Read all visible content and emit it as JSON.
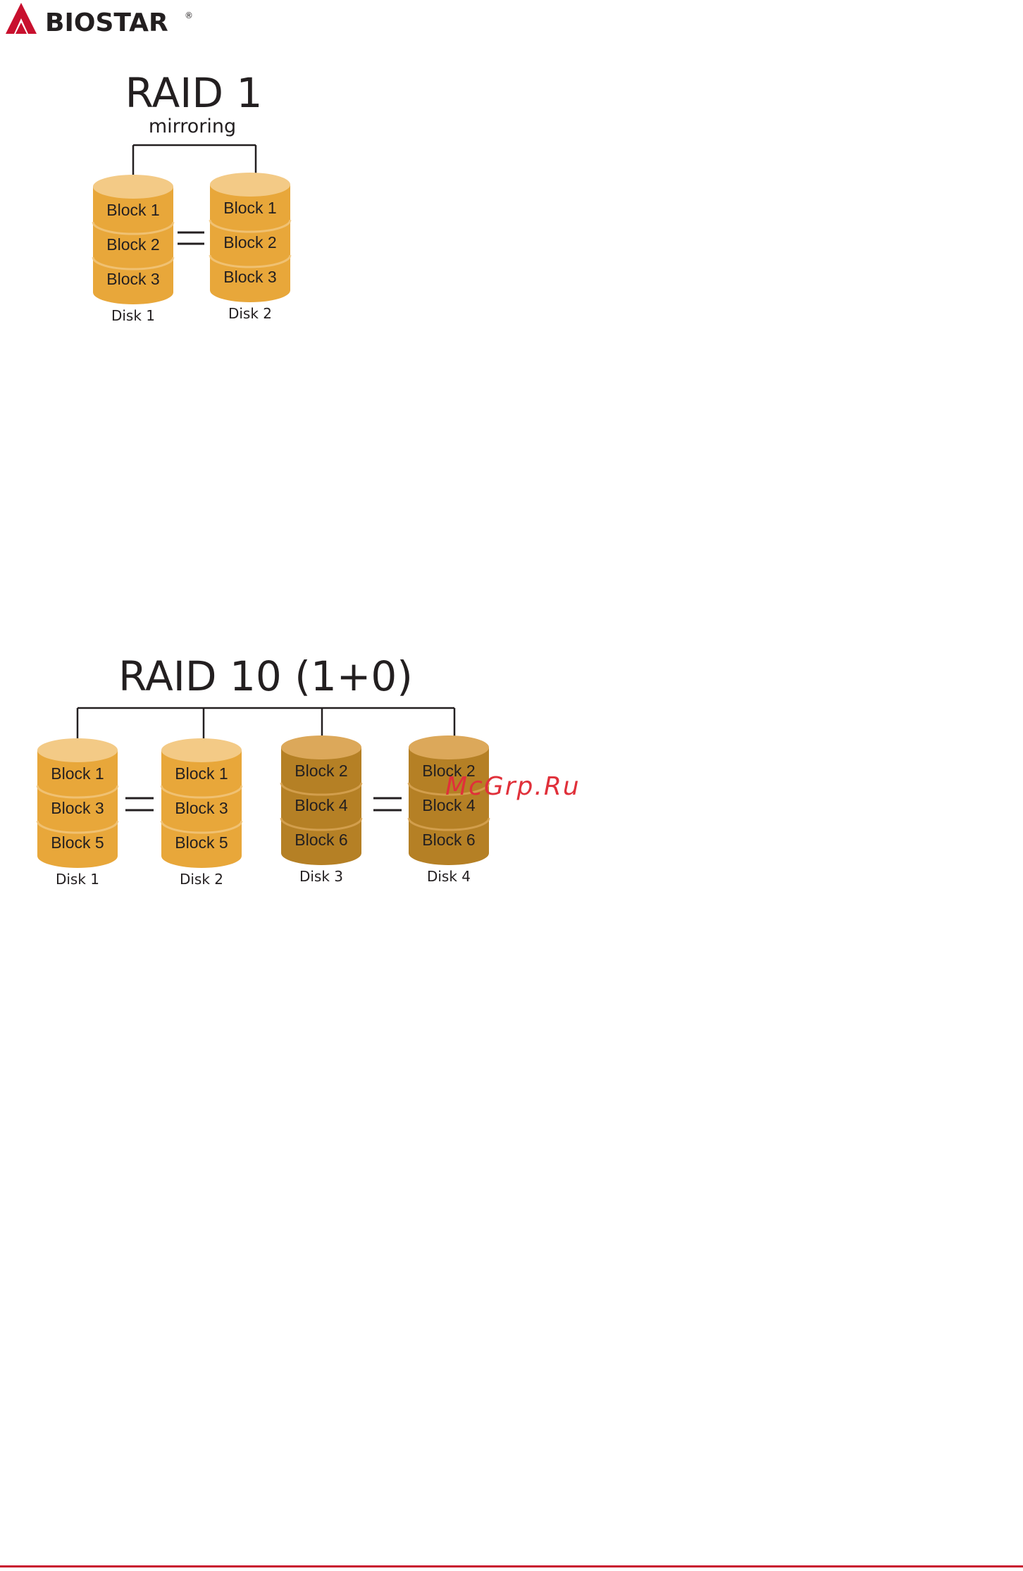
{
  "header": {
    "brand": "BIOSTAR",
    "registered_mark": "®",
    "brand_color": "#c8102e"
  },
  "raid1": {
    "title": "RAID 1",
    "subtitle": "mirroring",
    "disks": [
      {
        "label": "Disk 1",
        "blocks": [
          "Block 1",
          "Block 2",
          "Block 3"
        ],
        "shade": "light"
      },
      {
        "label": "Disk 2",
        "blocks": [
          "Block 1",
          "Block 2",
          "Block 3"
        ],
        "shade": "light"
      }
    ]
  },
  "raid10": {
    "title": "RAID 10 (1+0)",
    "disks": [
      {
        "label": "Disk 1",
        "blocks": [
          "Block 1",
          "Block 3",
          "Block 5"
        ],
        "shade": "light"
      },
      {
        "label": "Disk 2",
        "blocks": [
          "Block 1",
          "Block 3",
          "Block 5"
        ],
        "shade": "light"
      },
      {
        "label": "Disk 3",
        "blocks": [
          "Block 2",
          "Block 4",
          "Block 6"
        ],
        "shade": "dark"
      },
      {
        "label": "Disk 4",
        "blocks": [
          "Block 2",
          "Block 4",
          "Block 6"
        ],
        "shade": "dark"
      }
    ]
  },
  "watermark": "McGrp.Ru",
  "colors": {
    "disk_light_body": "#e8a73a",
    "disk_light_top": "#f3ca86",
    "disk_dark_body": "#b58025",
    "disk_dark_top": "#dca85a",
    "line": "#231f20"
  }
}
